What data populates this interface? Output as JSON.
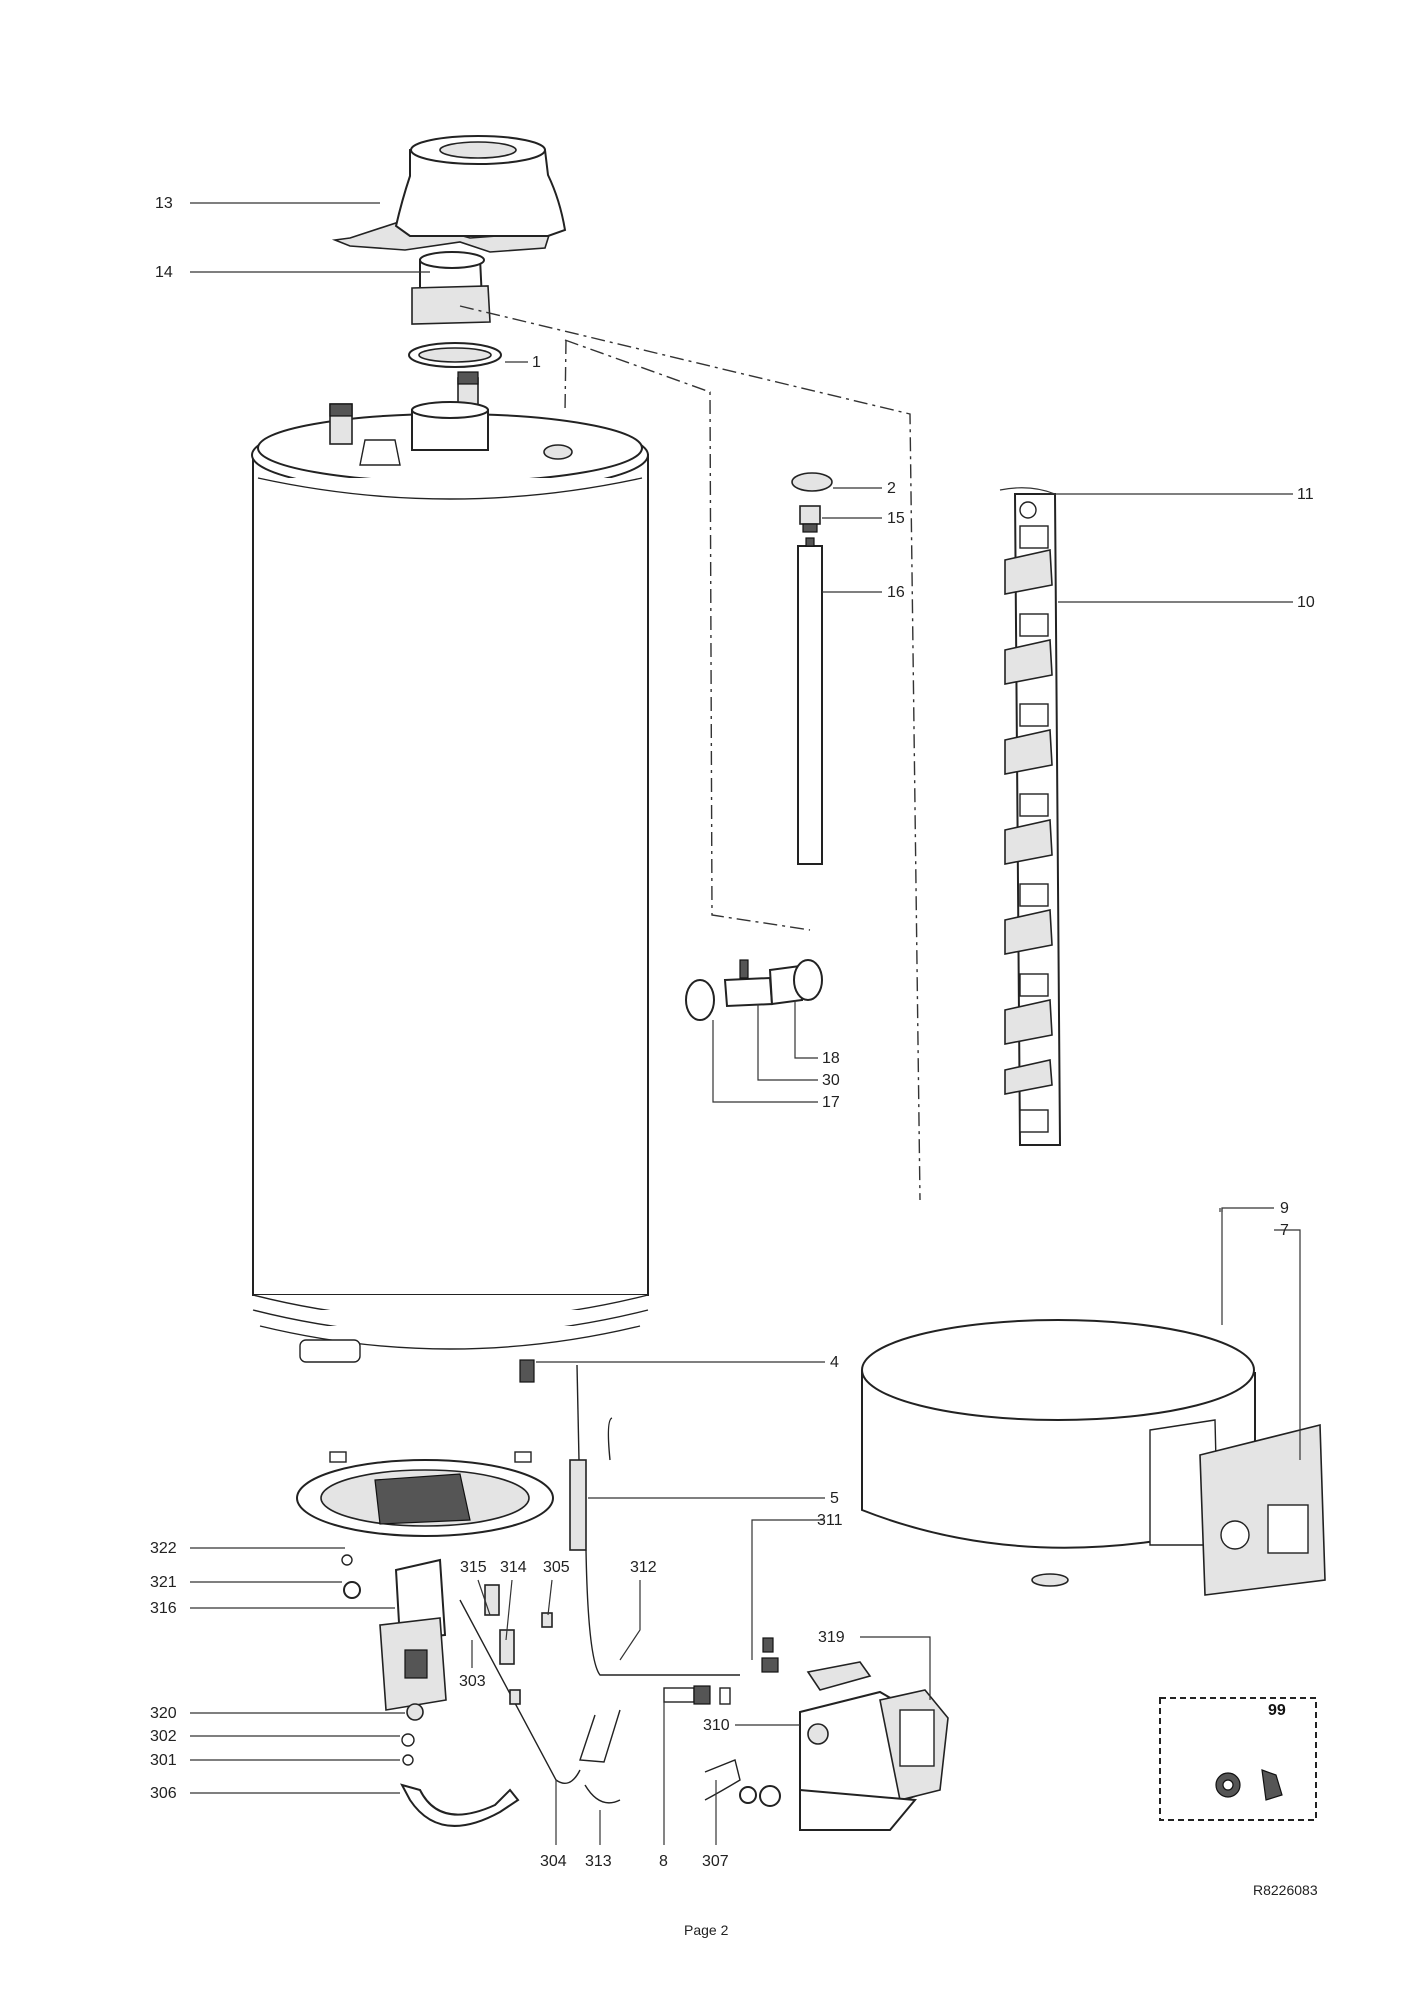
{
  "labels": {
    "l13": "13",
    "l14": "14",
    "l1": "1",
    "l2": "2",
    "l15": "15",
    "l16": "16",
    "l11": "11",
    "l10": "10",
    "l18": "18",
    "l30": "30",
    "l17": "17",
    "l9": "9",
    "l7": "7",
    "l4": "4",
    "l5": "5",
    "l311": "311",
    "l322": "322",
    "l321": "321",
    "l316": "316",
    "l315": "315",
    "l314": "314",
    "l305": "305",
    "l312": "312",
    "l319": "319",
    "l320": "320",
    "l302": "302",
    "l301": "301",
    "l306": "306",
    "l303": "303",
    "l310": "310",
    "l304": "304",
    "l313": "313",
    "l8": "8",
    "l307": "307",
    "l99": "99"
  },
  "footer": {
    "drawing_ref": "R8226083",
    "page": "Page 2"
  }
}
